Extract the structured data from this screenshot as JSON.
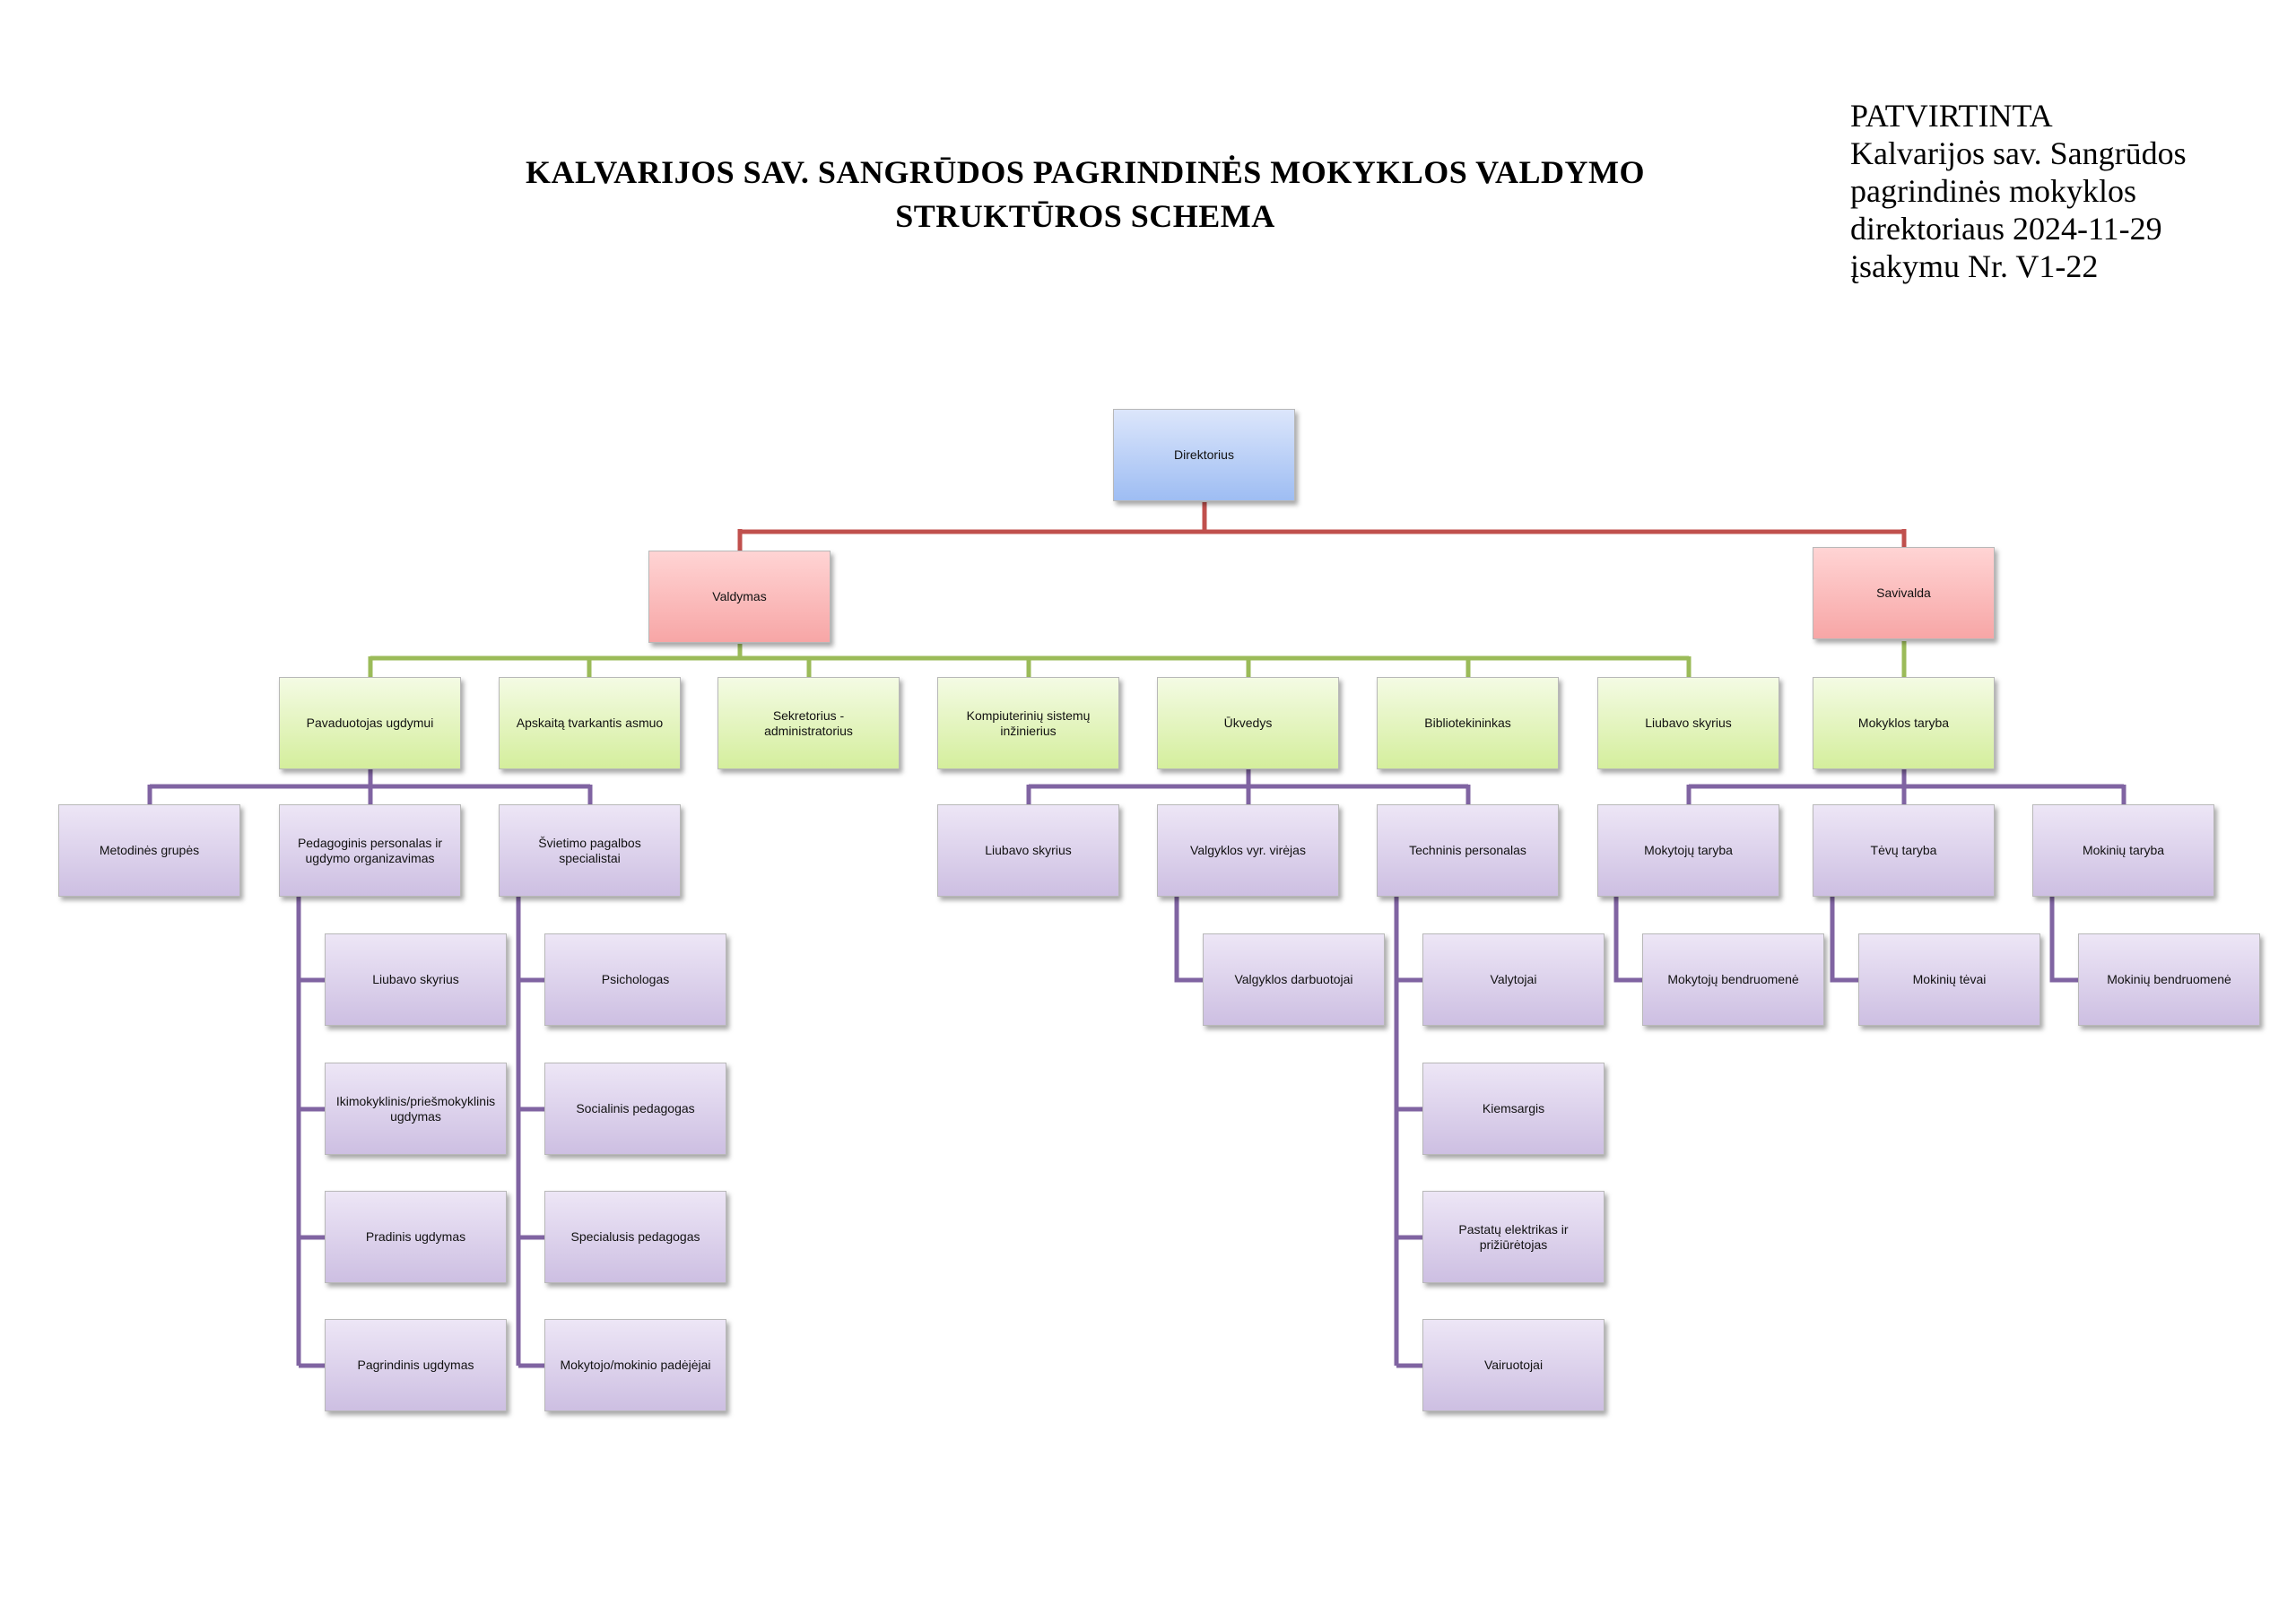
{
  "header": {
    "title_line1": "KALVARIJOS  SAV.  SANGRŪDOS  PAGRINDINĖS  MOKYKLOS  VALDYMO",
    "title_line2": "STRUKTŪROS  SCHEMA"
  },
  "approval": {
    "line1": "PATVIRTINTA",
    "line2": "Kalvarijos sav. Sangrūdos",
    "line3": "pagrindinės mokyklos",
    "line4": "direktoriaus 2024-11-29",
    "line5": "įsakymu  Nr.  V1-22"
  },
  "colors": {
    "red_line": "#c0504d",
    "green_line": "#9bbb59",
    "purple_line": "#8064a2"
  },
  "nodes": {
    "direktorius": "Direktorius",
    "valdymas": "Valdymas",
    "savivalda": "Savivalda",
    "pavaduotojas": "Pavaduotojas  ugdymui",
    "apskaita": "Apskaitą tvarkantis asmuo",
    "sekretorius": "Sekretorius  -  administratorius",
    "kompiuteriniu": "Kompiuterinių  sistemų inžinierius",
    "ukvedys": "Ūkvedys",
    "bibliotekininkas": "Bibliotekininkas",
    "liubavo1": "Liubavo skyrius",
    "mokyklos_taryba": "Mokyklos taryba",
    "metodines": "Metodinės grupės",
    "pedagoginis": "Pedagoginis personalas ir ugdymo organizavimas",
    "svietimo": "Švietimo pagalbos specialistai",
    "liubavo2": "Liubavo skyrius",
    "valgyklos_vyr": "Valgyklos vyr. virėjas",
    "techninis": "Techninis  personalas",
    "mokytoju_taryba": "Mokytojų  taryba",
    "tevu_taryba": "Tėvų taryba",
    "mokiniu_taryba": "Mokinių taryba",
    "liubavo3": "Liubavo skyrius",
    "ikimokyklinis": "Ikimokyklinis/priešmokyklinis ugdymas",
    "pradinis": "Pradinis ugdymas",
    "pagrindinis": "Pagrindinis ugdymas",
    "psichologas": "Psichologas",
    "socialinis": "Socialinis pedagogas",
    "specialusis": "Specialusis pedagogas",
    "padejejai": "Mokytojo/mokinio  padėjėjai",
    "valgyklos_darb": "Valgyklos darbuotojai",
    "valytojai": "Valytojai",
    "kiemsargis": "Kiemsargis",
    "elektrikas": "Pastatų elektrikas ir prižiūrėtojas",
    "vairuotojai": "Vairuotojai",
    "mokytoju_bendr": "Mokytojų  bendruomenė",
    "mokiniu_tevai": "Mokinių tėvai",
    "mokiniu_bendr": "Mokinių bendruomenė"
  }
}
